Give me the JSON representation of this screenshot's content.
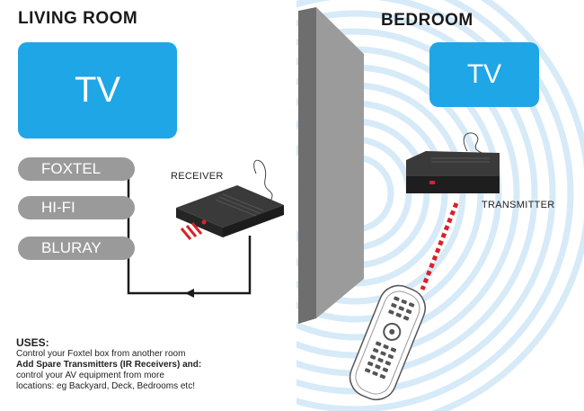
{
  "living_room": {
    "title": "LIVING ROOM",
    "tv_label": "TV",
    "devices": [
      {
        "label": "FOXTEL"
      },
      {
        "label": "HI-FI"
      },
      {
        "label": "BLURAY"
      }
    ],
    "receiver_label": "RECEIVER"
  },
  "bedroom": {
    "title": "BEDROOM",
    "tv_label": "TV",
    "transmitter_label": "TRANSMITTER"
  },
  "uses": {
    "title": "USES:",
    "line1": "Control your Foxtel box from another room",
    "line2": "Add Spare Transmitters (IR Receivers) and:",
    "line3": "control your AV equipment from more",
    "line4": "locations: eg Backyard, Deck, Bedrooms etc!"
  },
  "colors": {
    "tv_blue": "#1fa6e6",
    "pill_gray": "#9a9a9a",
    "ir_red": "#d8232a",
    "wave_blue": "#cfe6f6",
    "wall_gray": "#8c8c8c"
  }
}
